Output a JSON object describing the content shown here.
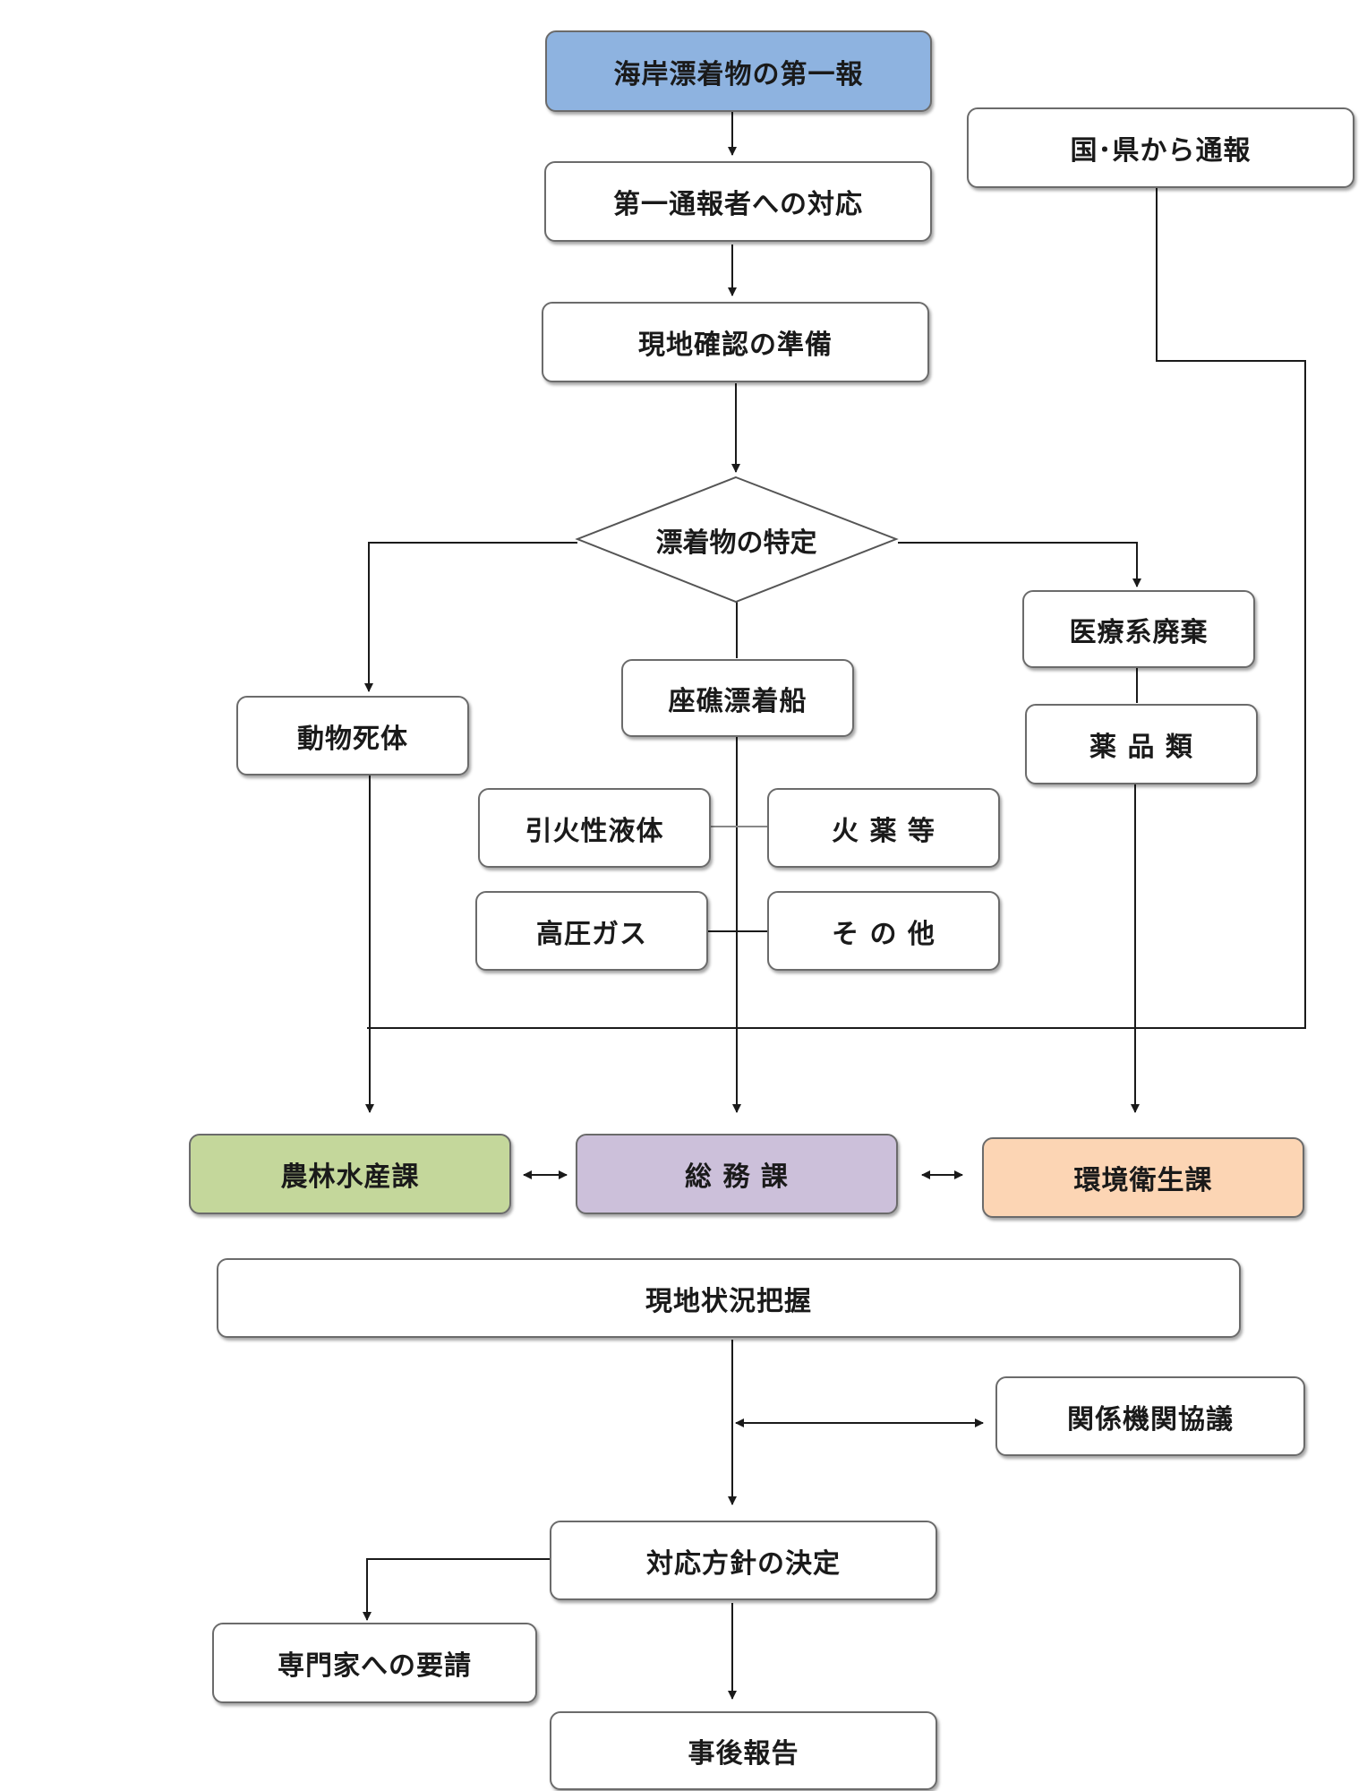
{
  "nodes": {
    "first_report": "海岸漂着物の第一報",
    "notice_from_gov": "国･県から通報",
    "first_reporter_response": "第一通報者への対応",
    "site_prep": "現地確認の準備",
    "identify_debris": "漂着物の特定",
    "medical_waste": "医療系廃棄",
    "chemicals": "薬 品 類",
    "stranded_ship": "座礁漂着船",
    "animal_carcass": "動物死体",
    "flammable_liquid": "引火性液体",
    "explosives": "火 薬 等",
    "high_pressure_gas": "高圧ガス",
    "others": "そ の 他",
    "agri_forest_fish": "農林水産課",
    "general_affairs": "総 務 課",
    "env_health": "環境衛生課",
    "site_assessment": "現地状況把握",
    "agency_consult": "関係機関協議",
    "policy_decision": "対応方針の決定",
    "expert_request": "専門家への要請",
    "post_report": "事後報告"
  },
  "colors": {
    "first_report": "#8eb3e0",
    "agri_forest_fish": "#c4d79b",
    "general_affairs": "#ccc0da",
    "env_health": "#fcd5b4",
    "line": "#1a1a1a"
  }
}
